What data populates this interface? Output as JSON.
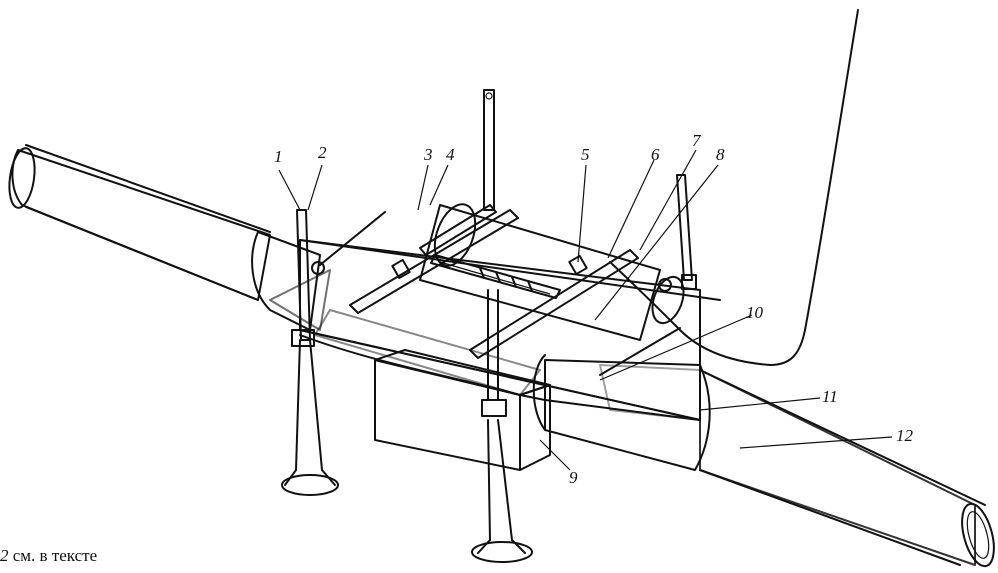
{
  "labels": [
    "1",
    "2",
    "3",
    "4",
    "5",
    "6",
    "7",
    "8",
    "9",
    "10",
    "11",
    "12"
  ],
  "caption": {
    "number": "2",
    "text": " см. в тексте"
  }
}
